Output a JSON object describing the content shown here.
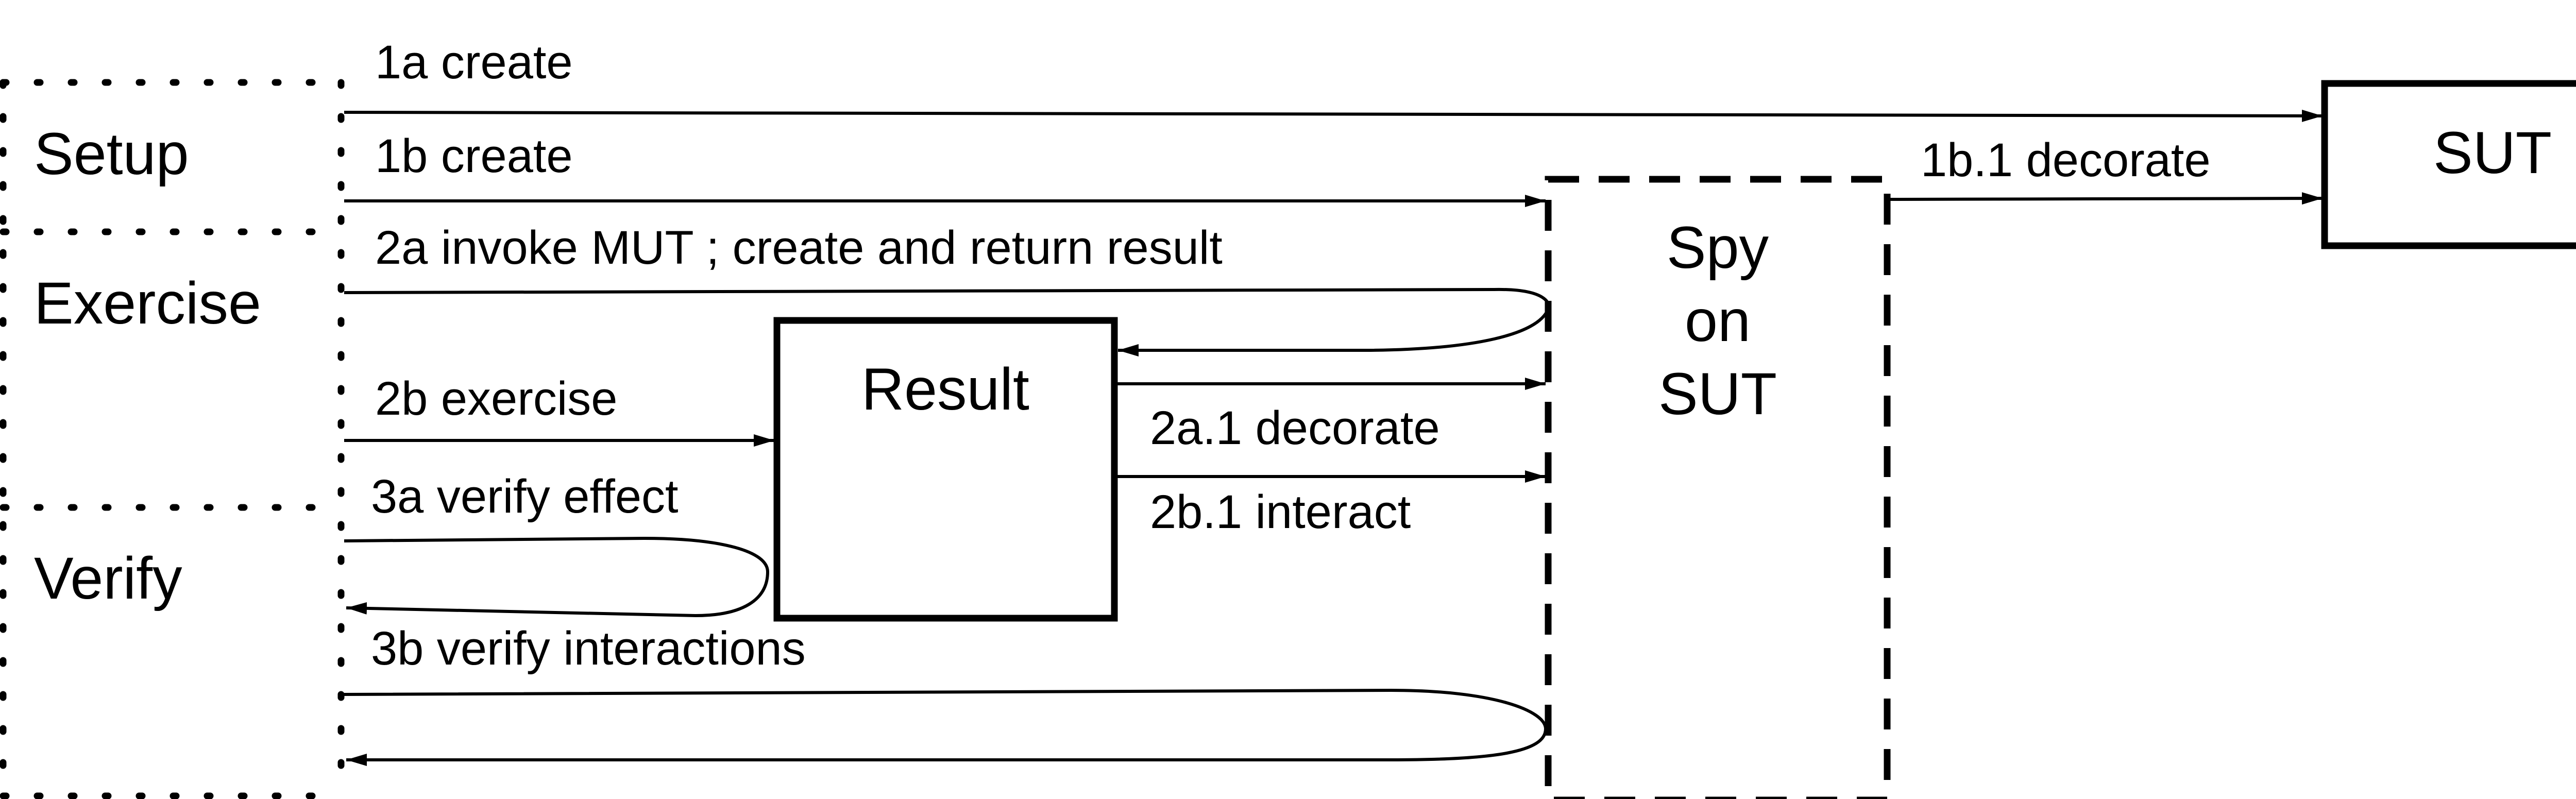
{
  "phases": {
    "setup": "Setup",
    "exercise": "Exercise",
    "verify": "Verify"
  },
  "boxes": {
    "sut": "SUT",
    "result": "Result",
    "spy_line1": "Spy",
    "spy_line2": "on",
    "spy_line3": "SUT"
  },
  "messages": {
    "m1a": "1a create",
    "m1b": "1b create",
    "m1b1": "1b.1 decorate",
    "m2a": "2a invoke MUT ; create and return result",
    "m2a1": "2a.1 decorate",
    "m2b": "2b exercise",
    "m2b1": "2b.1 interact",
    "m3a": "3a verify effect",
    "m3b": "3b verify interactions"
  }
}
